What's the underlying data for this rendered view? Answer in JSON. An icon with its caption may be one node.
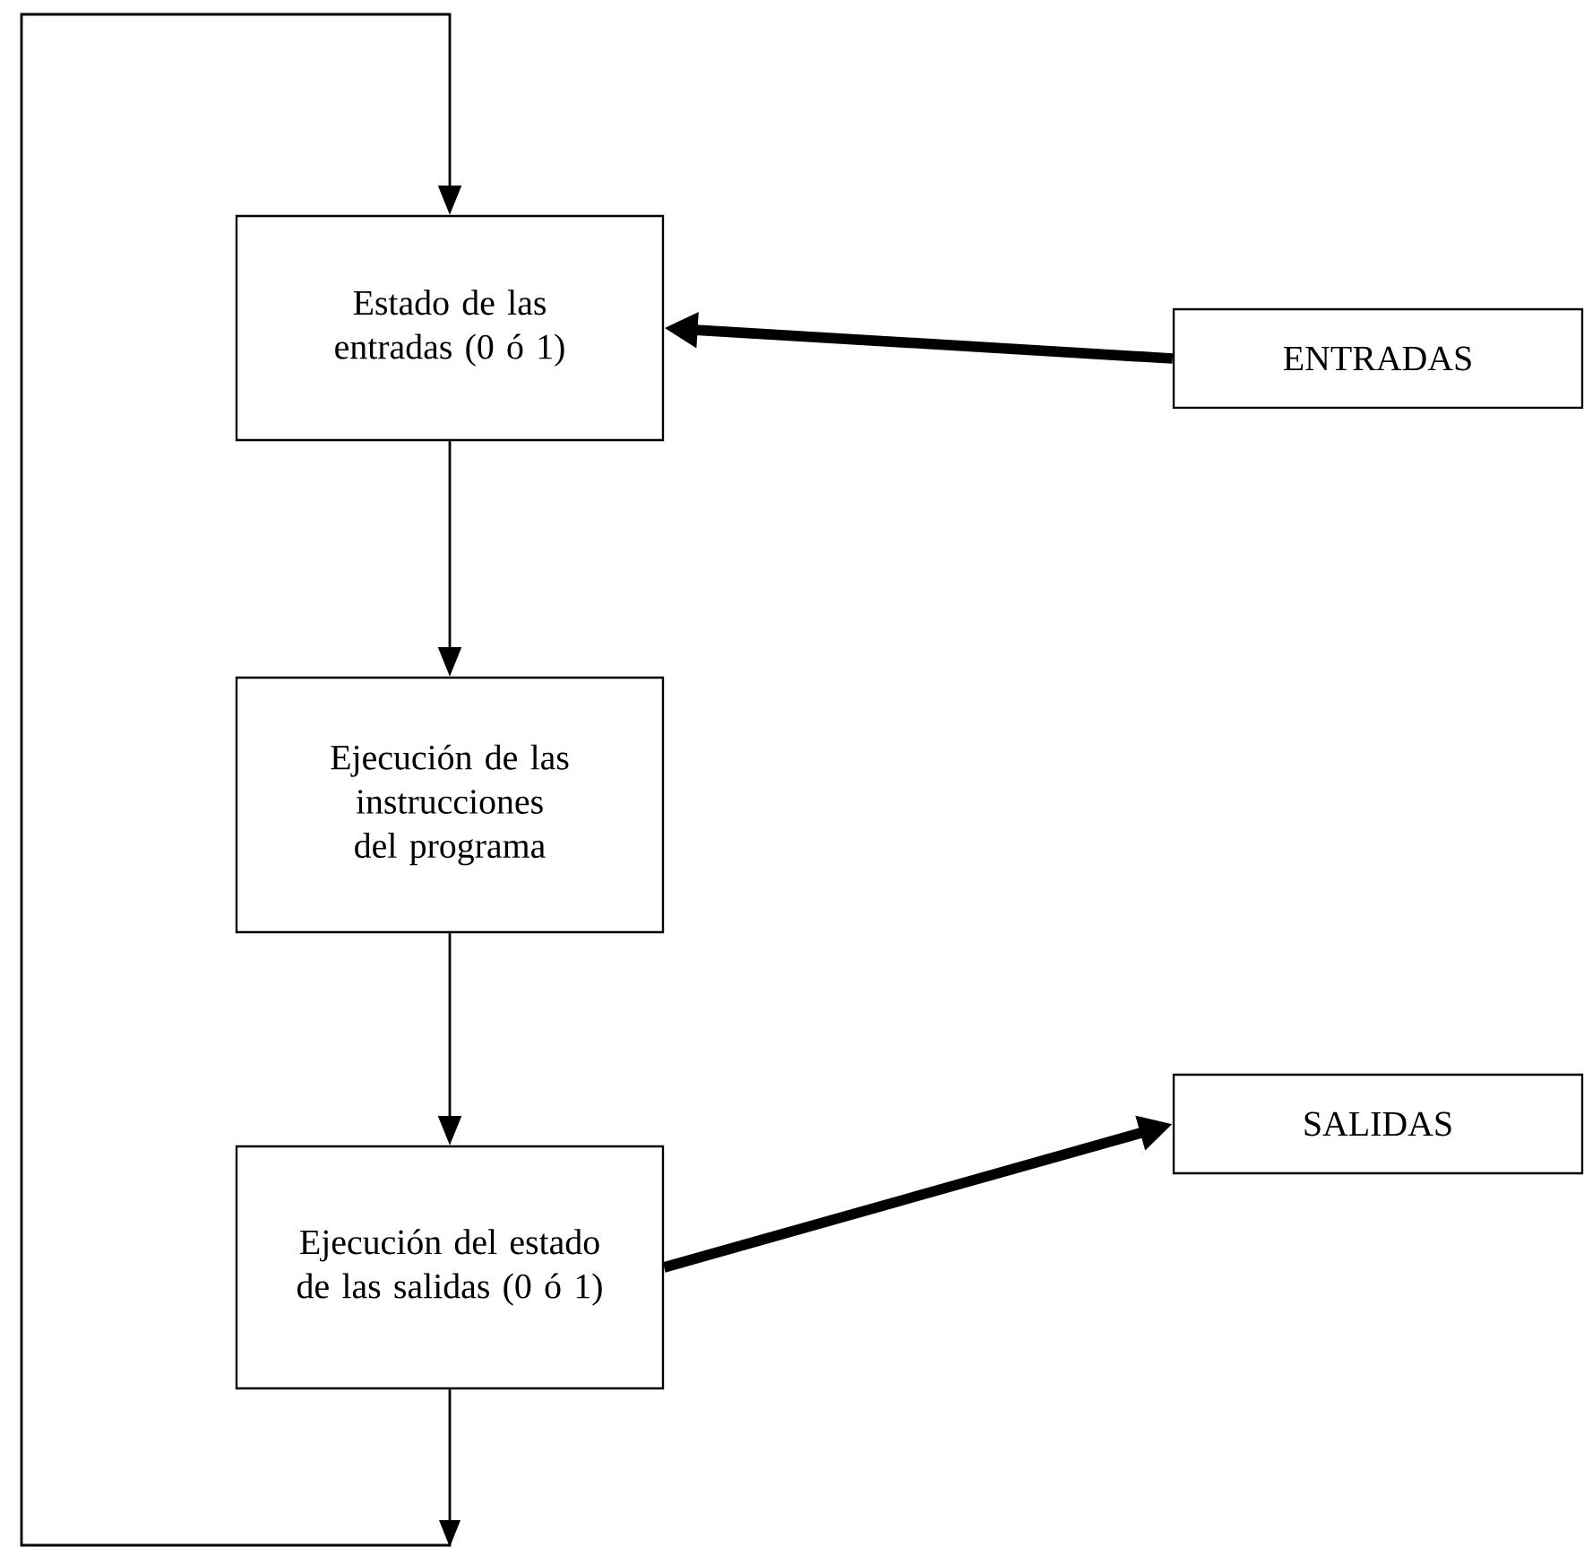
{
  "diagram": {
    "nodes": [
      {
        "text": [
          "Estado de las entradas (0 ó 1)"
        ]
      },
      {
        "text": [
          "ENTRADAS"
        ]
      },
      {
        "text": [
          "Ejecución de las instrucciones del programa"
        ]
      },
      {
        "text": [
          "Ejecución del estado de las salidas (0 ó 1)"
        ]
      },
      {
        "text": [
          "SALIDAS"
        ]
      }
    ],
    "edges": [
      {
        "from": 1,
        "to": 0,
        "arrow": "to",
        "style": "thick"
      },
      {
        "from": 0,
        "to": 2,
        "arrow": "to"
      },
      {
        "from": 2,
        "to": 3,
        "arrow": "to"
      },
      {
        "from": 3,
        "to": 4,
        "arrow": "to",
        "style": "thick"
      },
      {
        "from": 3,
        "to": 0,
        "arrow": "to"
      }
    ]
  }
}
